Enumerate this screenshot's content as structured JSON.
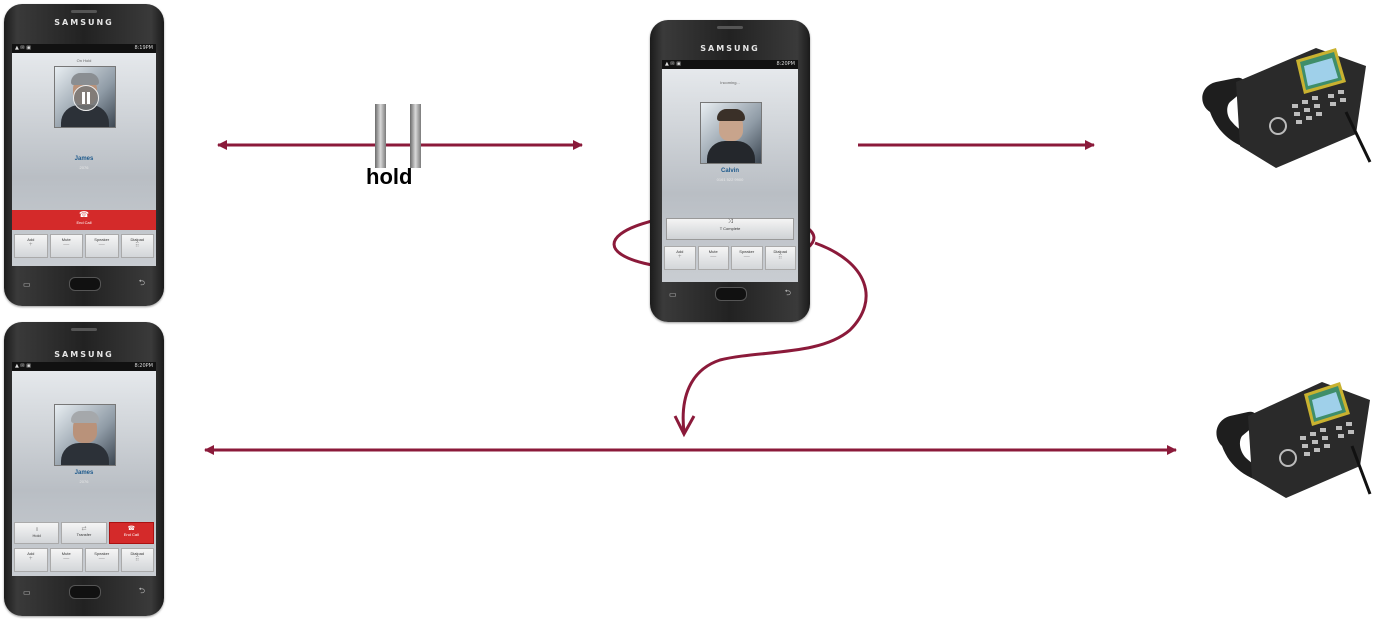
{
  "colors": {
    "arrow": "#8B1A3A",
    "end_call": "#d42a2a",
    "caller_name": "#1e5a8c"
  },
  "hold_label": "hold",
  "phones": {
    "top_left": {
      "brand": "SAMSUNG",
      "status_time": "8:19PM",
      "call_state": "On Hold",
      "caller_name": "James",
      "caller_number": "2076",
      "end_call_label": "End Call",
      "buttons": [
        "Add",
        "Mute",
        "Speaker",
        "Dialpad"
      ]
    },
    "top_center": {
      "brand": "SAMSUNG",
      "status_time": "8:20PM",
      "call_state": "Incoming...",
      "caller_name": "Calvin",
      "caller_number": "0161 522 9900",
      "transfer_complete_label": "T Complete",
      "buttons": [
        "Add",
        "Mute",
        "Speaker",
        "Dialpad"
      ]
    },
    "bottom_left": {
      "brand": "SAMSUNG",
      "status_time": "8:20PM",
      "caller_name": "James",
      "caller_number": "2076",
      "hold_label": "Hold",
      "transfer_label": "Transfer",
      "end_call_label": "End Call",
      "buttons": [
        "Add",
        "Mute",
        "Speaker",
        "Dialpad"
      ]
    }
  },
  "icons": [
    "pause-icon",
    "phone-end-icon",
    "transfer-icon",
    "hold-icon",
    "plus-icon",
    "dialpad-icon",
    "menu-icon",
    "back-icon",
    "desk-phone-icon"
  ]
}
